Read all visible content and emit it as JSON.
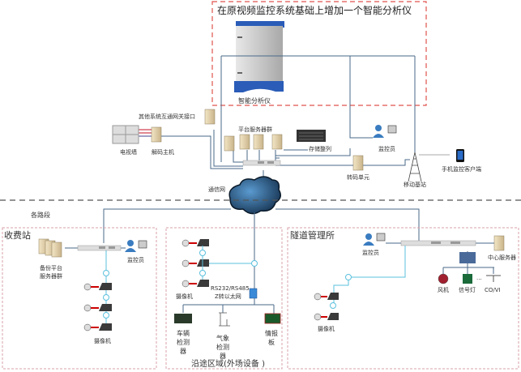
{
  "title": "在原视频监控系统基础上增加一个智能分析仪",
  "colors": {
    "line": "#4a6a8a",
    "light_line": "#5bc0de",
    "red_dash": "#e0534e",
    "pink_dash": "#d9a0a8",
    "grey_dash": "#555555",
    "cloud": "#2d5b8a"
  },
  "top": {
    "analyzer_label": "智能分析仪",
    "gateway_label": "其他系统互通网关接口",
    "video_wall_label": "电视墙",
    "decoder_label": "解码主机",
    "platform_servers_label": "平台服务器群",
    "storage_label": "存储整列",
    "monitor_label": "监控员",
    "transcoder_label": "转码单元",
    "base_station_label": "移动基站",
    "mobile_client_label": "手机监控客户端",
    "network_label": "通信网"
  },
  "divider_label": "各路段",
  "toll_station": {
    "title": "收费站",
    "backup_servers_label_1": "备份平台",
    "backup_servers_label_2": "服务器群",
    "monitor_label": "监控员",
    "camera_label": "摄像机"
  },
  "roadside": {
    "title": "沿途区域(外场设备 )",
    "camera_label": "摄像机",
    "converter_label_1": "RS232/RS485",
    "converter_label_2": "Z转以太网",
    "vehicle_detector_label": [
      "车辆",
      "检测",
      "器"
    ],
    "weather_detector_label": [
      "气象",
      "检测",
      "器"
    ],
    "info_board_label": [
      "情报",
      "板"
    ]
  },
  "tunnel": {
    "title": "隧道管理所",
    "monitor_label": "监控员",
    "center_server_label": "中心服务器",
    "fan_label": "风机",
    "signal_label": "信号灯",
    "covi_label": "CO/VI",
    "ellipsis": "···",
    "camera_label": "摄像机"
  }
}
